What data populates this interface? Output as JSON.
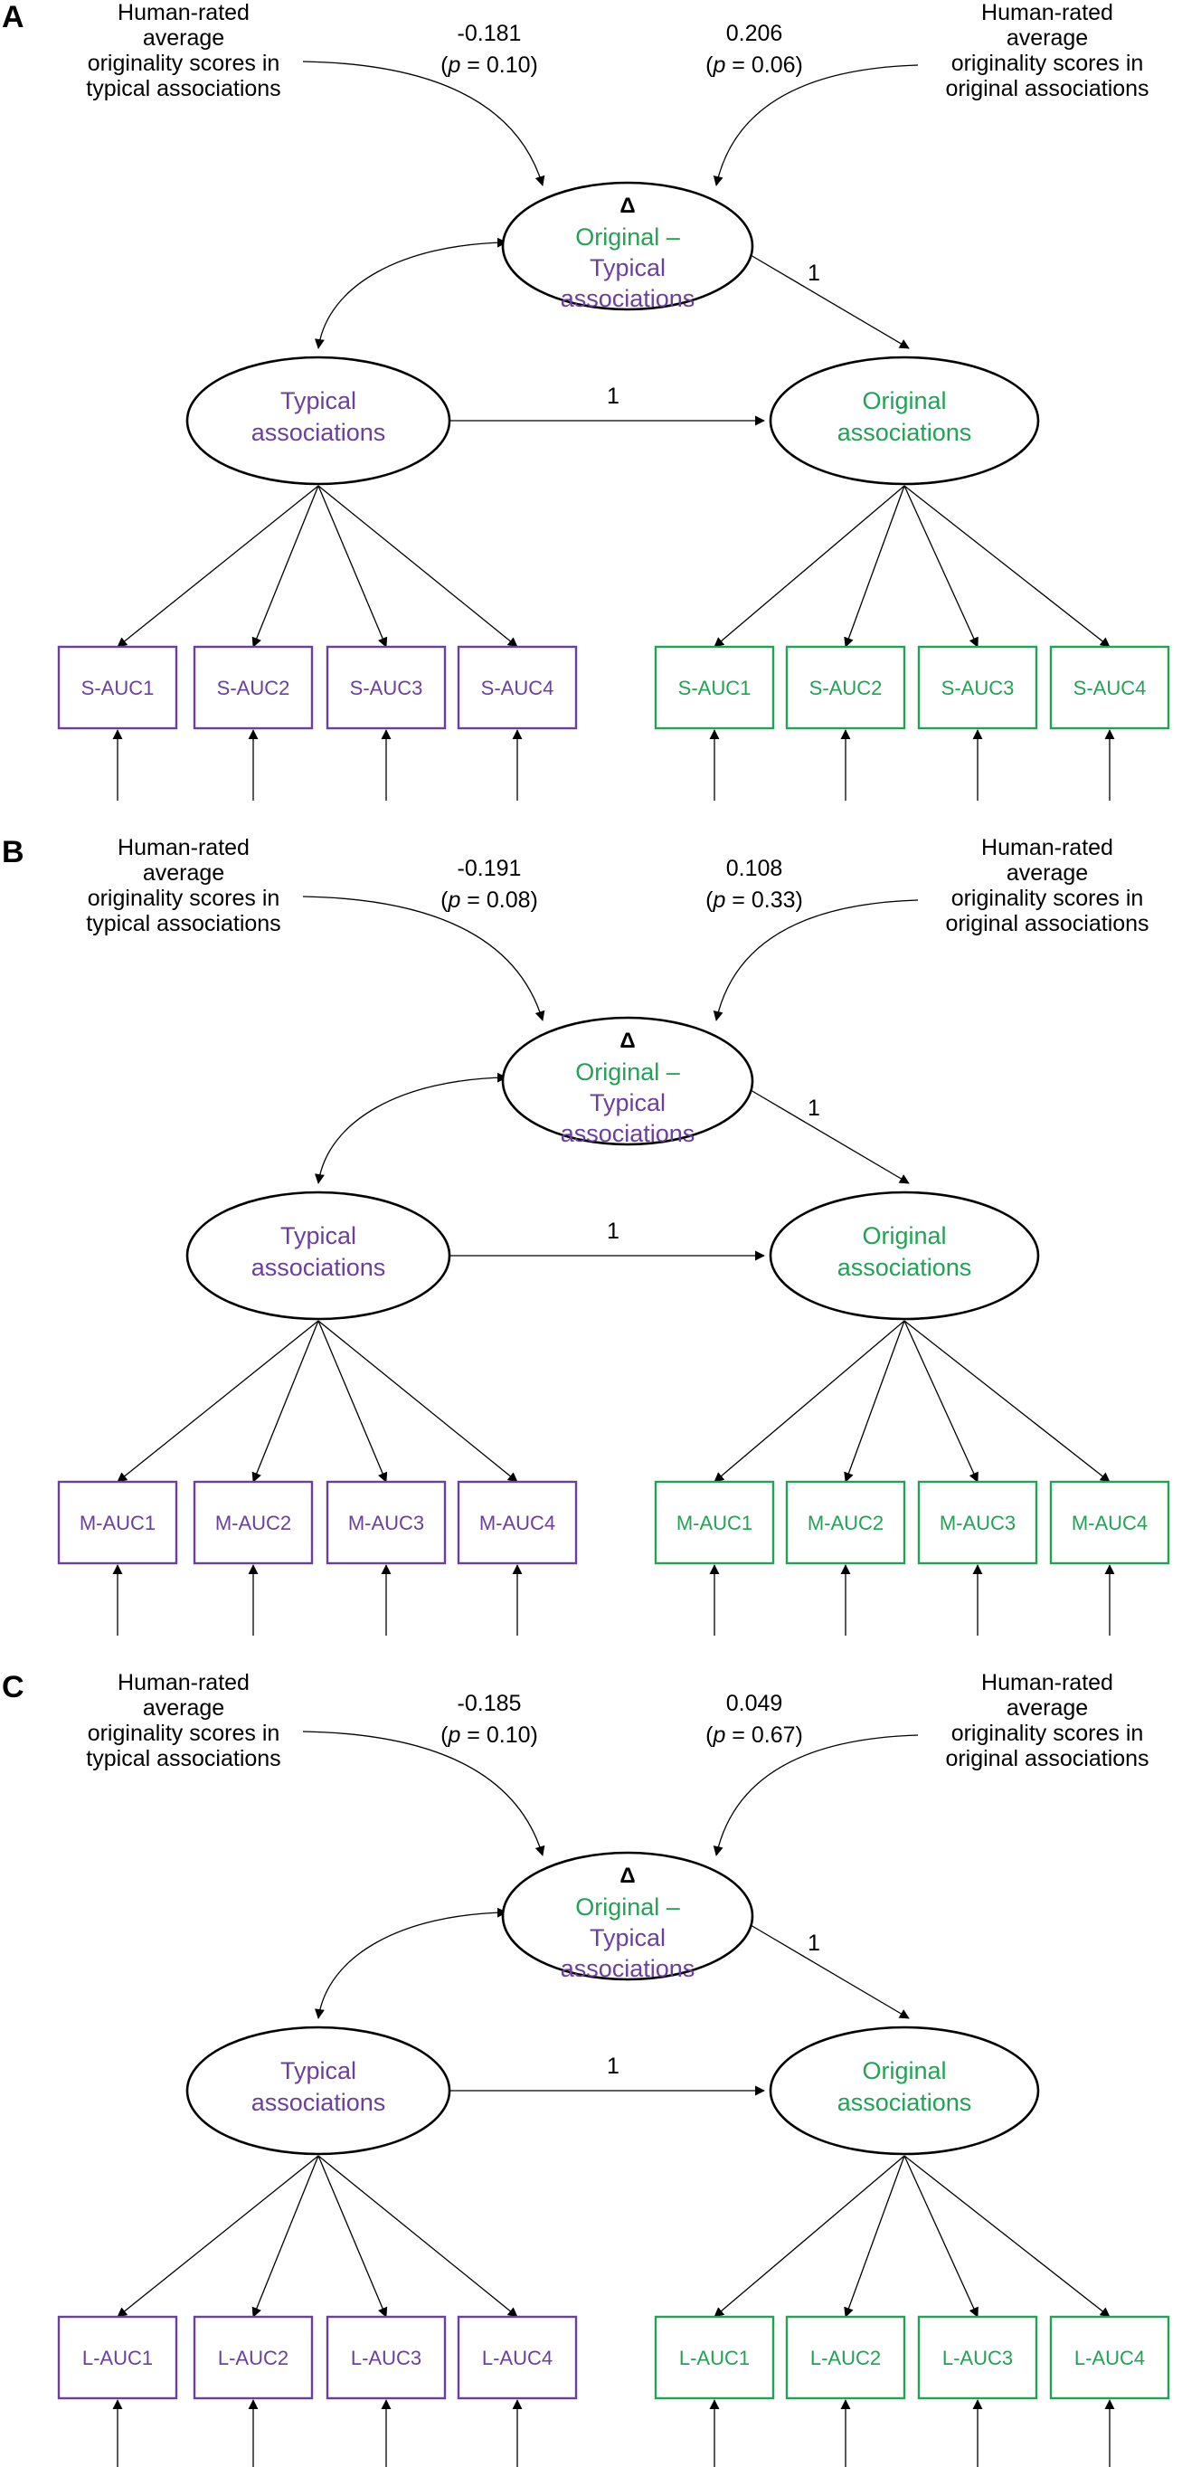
{
  "colors": {
    "typical": "#6b3fa0",
    "original": "#22a254",
    "line": "#000000"
  },
  "panels": [
    {
      "label": "A",
      "left_predictor": [
        "Human-rated",
        "average",
        "originality scores in",
        "typical associations"
      ],
      "right_predictor": [
        "Human-rated",
        "average",
        "originality scores in",
        "original associations"
      ],
      "left_coef": {
        "value": "-0.181",
        "p": "0.10"
      },
      "right_coef": {
        "value": "0.206",
        "p": "0.06"
      },
      "delta": {
        "symbol": "Δ",
        "line1": "Original –",
        "line2": "Typical",
        "line3": "associations"
      },
      "typical": {
        "line1": "Typical",
        "line2": "associations"
      },
      "original": {
        "line1": "Original",
        "line2": "associations"
      },
      "path_delta_to_original": "1",
      "path_typical_to_original": "1",
      "typical_indicators": [
        "S-AUC1",
        "S-AUC2",
        "S-AUC3",
        "S-AUC4"
      ],
      "original_indicators": [
        "S-AUC1",
        "S-AUC2",
        "S-AUC3",
        "S-AUC4"
      ]
    },
    {
      "label": "B",
      "left_predictor": [
        "Human-rated",
        "average",
        "originality scores in",
        "typical associations"
      ],
      "right_predictor": [
        "Human-rated",
        "average",
        "originality scores in",
        "original associations"
      ],
      "left_coef": {
        "value": "-0.191",
        "p": "0.08"
      },
      "right_coef": {
        "value": "0.108",
        "p": "0.33"
      },
      "delta": {
        "symbol": "Δ",
        "line1": "Original –",
        "line2": "Typical",
        "line3": "associations"
      },
      "typical": {
        "line1": "Typical",
        "line2": "associations"
      },
      "original": {
        "line1": "Original",
        "line2": "associations"
      },
      "path_delta_to_original": "1",
      "path_typical_to_original": "1",
      "typical_indicators": [
        "M-AUC1",
        "M-AUC2",
        "M-AUC3",
        "M-AUC4"
      ],
      "original_indicators": [
        "M-AUC1",
        "M-AUC2",
        "M-AUC3",
        "M-AUC4"
      ]
    },
    {
      "label": "C",
      "left_predictor": [
        "Human-rated",
        "average",
        "originality scores in",
        "typical associations"
      ],
      "right_predictor": [
        "Human-rated",
        "average",
        "originality scores in",
        "original associations"
      ],
      "left_coef": {
        "value": "-0.185",
        "p": "0.10"
      },
      "right_coef": {
        "value": "0.049",
        "p": "0.67"
      },
      "delta": {
        "symbol": "Δ",
        "line1": "Original –",
        "line2": "Typical",
        "line3": "associations"
      },
      "typical": {
        "line1": "Typical",
        "line2": "associations"
      },
      "original": {
        "line1": "Original",
        "line2": "associations"
      },
      "path_delta_to_original": "1",
      "path_typical_to_original": "1",
      "typical_indicators": [
        "L-AUC1",
        "L-AUC2",
        "L-AUC3",
        "L-AUC4"
      ],
      "original_indicators": [
        "L-AUC1",
        "L-AUC2",
        "L-AUC3",
        "L-AUC4"
      ]
    }
  ]
}
